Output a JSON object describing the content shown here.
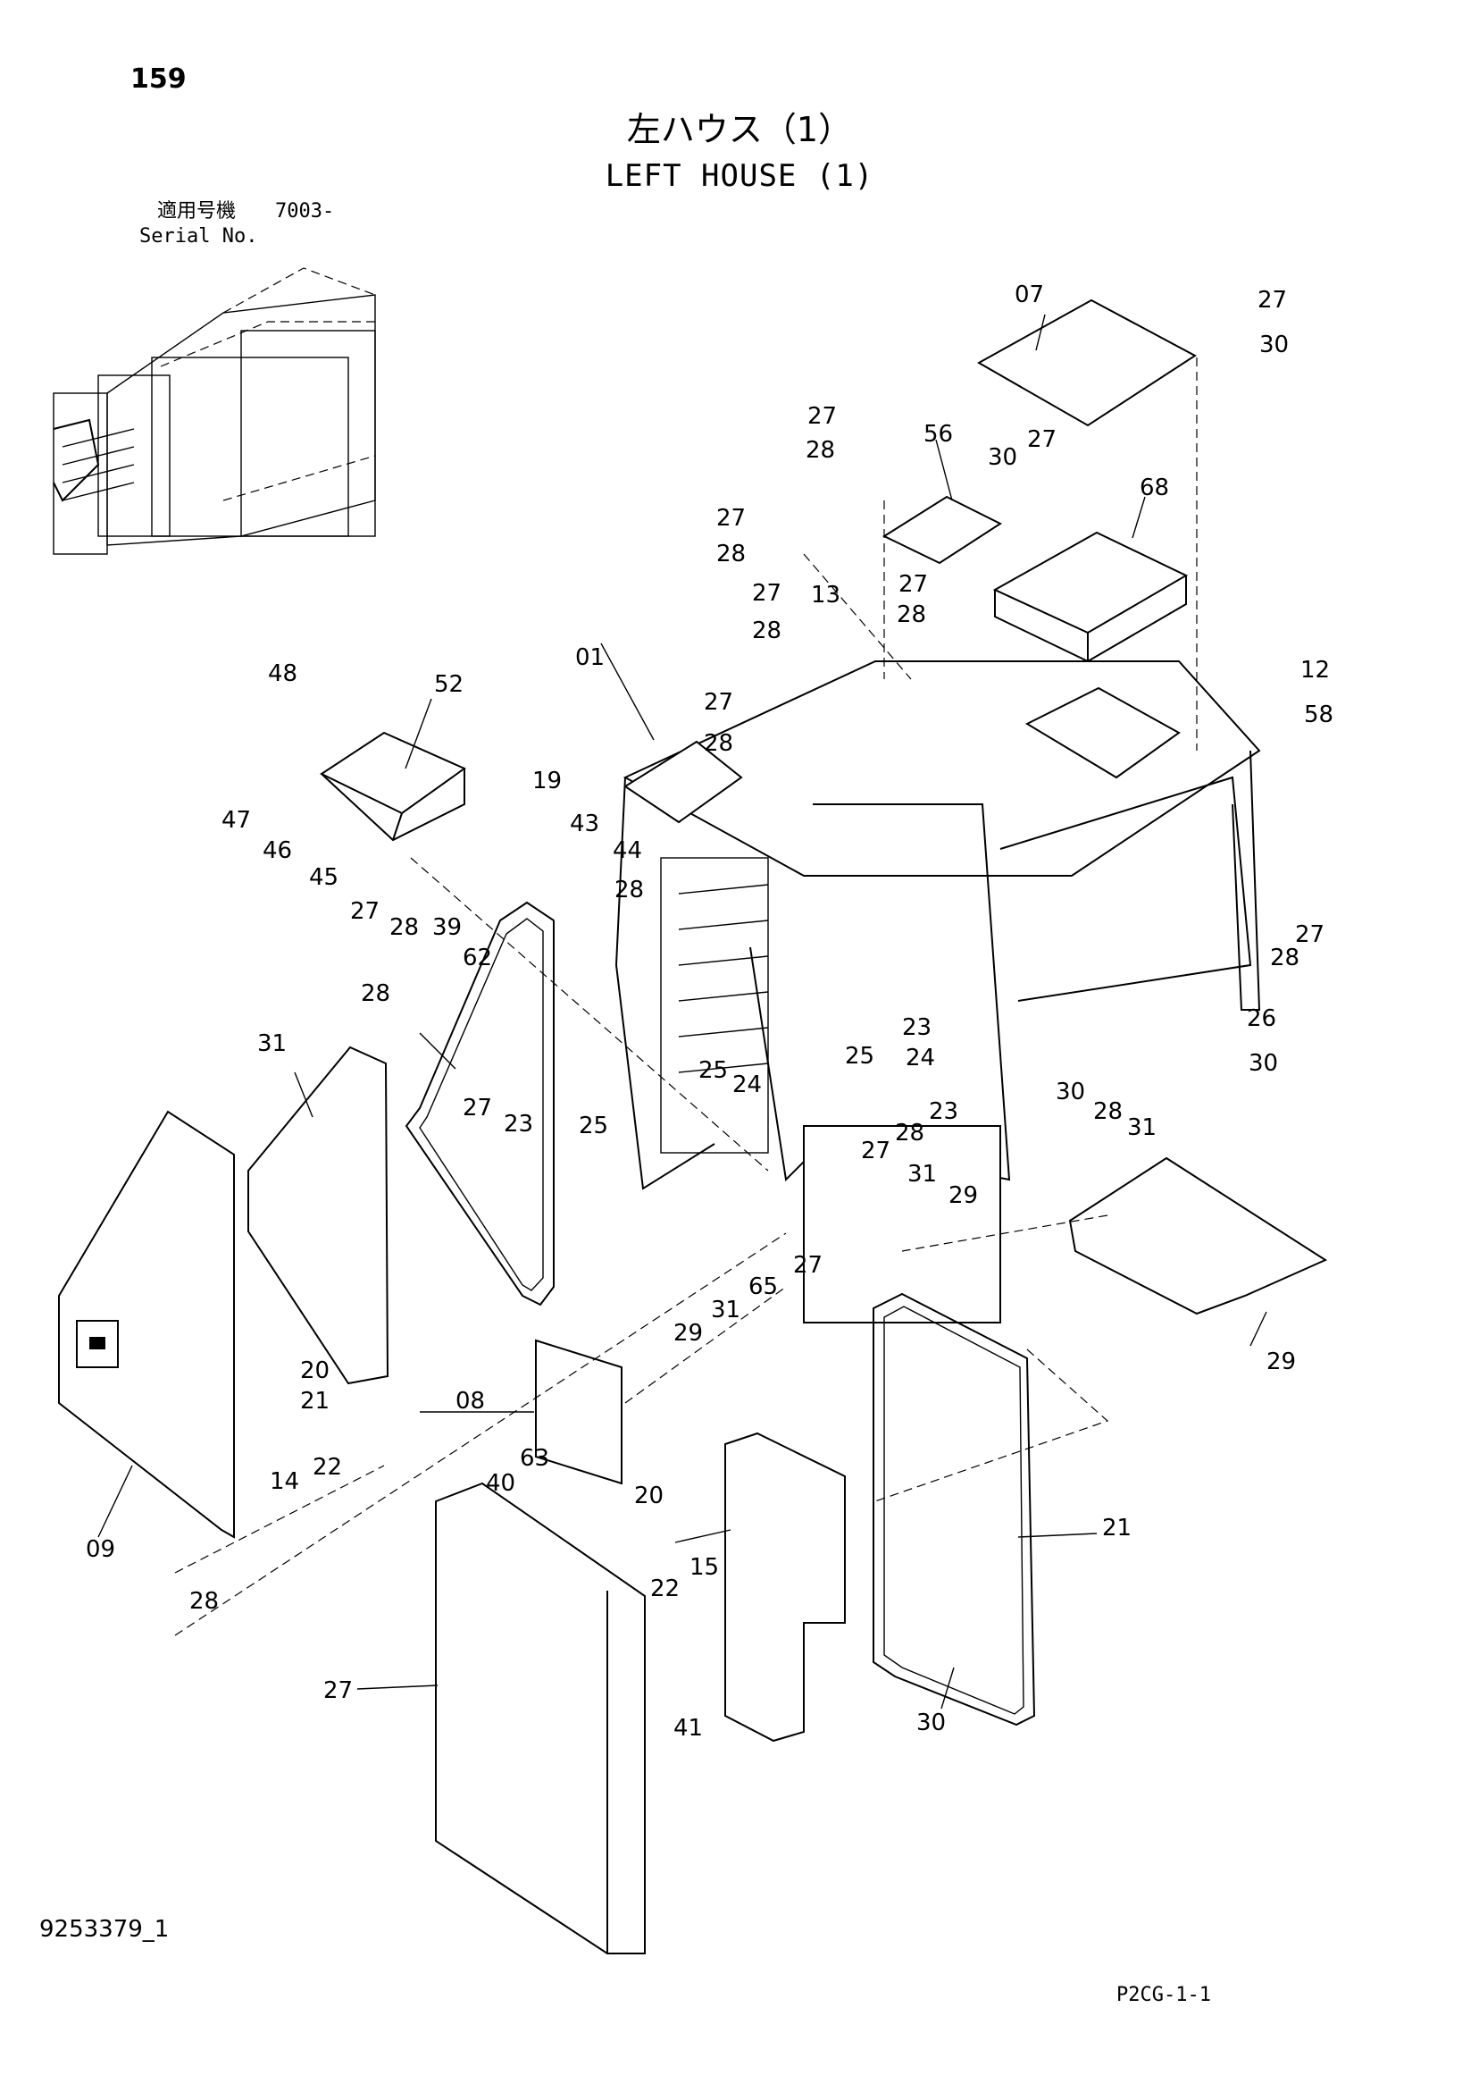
{
  "page_number": "159",
  "title_jp": "左ハウス（1）",
  "title_en": "LEFT HOUSE (1)",
  "serial": {
    "label_jp": "適用号機",
    "label_en": "Serial No.",
    "value": "7003-"
  },
  "doc_number": "9253379_1",
  "ref_code": "P2CG-1-1",
  "callouts": [
    "07",
    "27",
    "30",
    "56",
    "30",
    "27",
    "68",
    "27",
    "28",
    "27",
    "28",
    "27",
    "13",
    "28",
    "27",
    "12",
    "58",
    "01",
    "28",
    "52",
    "48",
    "19",
    "47",
    "46",
    "27",
    "28",
    "43",
    "44",
    "45",
    "27",
    "28",
    "39",
    "62",
    "28",
    "31",
    "27",
    "23",
    "25",
    "25",
    "24",
    "23",
    "25",
    "24",
    "23",
    "27",
    "28",
    "31",
    "29",
    "30",
    "28",
    "31",
    "26",
    "30",
    "29",
    "31",
    "65",
    "27",
    "29",
    "20",
    "21",
    "14",
    "22",
    "09",
    "28",
    "08",
    "63",
    "40",
    "20",
    "21",
    "22",
    "15",
    "41",
    "27",
    "30",
    "27",
    "28",
    "28"
  ]
}
